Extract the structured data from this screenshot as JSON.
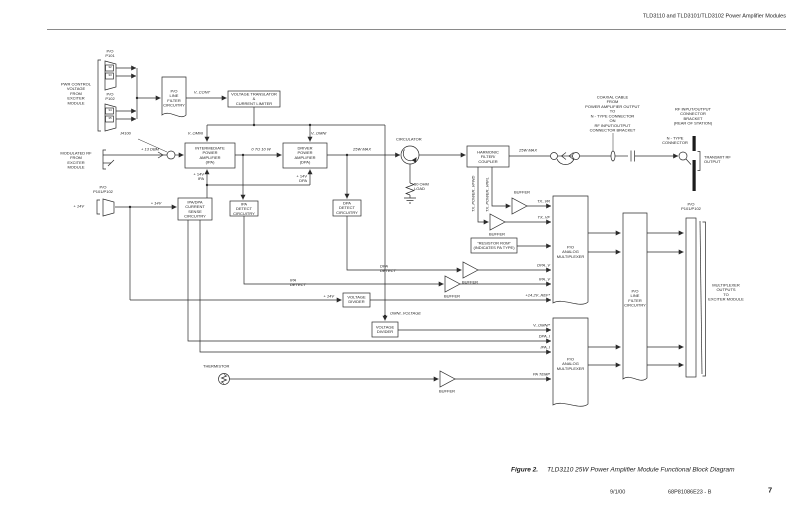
{
  "header": {
    "title": "TLD3110 and TLD3101/TLD3102 Power Amplifier Modules"
  },
  "diagram": {
    "left": {
      "pwr_control_note": "PWR CONTROL\nVOLTAGE\nFROM\nEXCITER\nMODULE",
      "p101_label": "P/O\nP101",
      "p102_label": "P/O\nP102",
      "p101_pins": [
        "32",
        "33"
      ],
      "p102_pins": [
        "34",
        "35"
      ],
      "modulated_rf_note": "MODULATED RF\nFROM\nEXCITER\nMODULE",
      "j4100": "J4100",
      "supply_connector_label": "P/O\nP101/P102"
    },
    "boxes": {
      "line_filter": "P/O\nLINE\nFILTER\nCIRCUITRY",
      "voltage_translator": "VOLTAGE TRANSLATOR\n&\nCURRENT LIMITER",
      "ipa": "INTERMEDIATE\nPOWER\nAMPLIFIER\n(IPA)",
      "dpa": "DRIVER\nPOWER\nAMPLIFIER\n(DPA)",
      "current_sense": "IPA/DPA\nCURRENT\nSENSE\nCIRCUITRY",
      "ipa_detect": "IPA\nDETECT\nCIRCUITRY",
      "dpa_detect": "DPA\nDETECT\nCIRCUITRY",
      "harmonic_filter": "HARMONIC\nFILTER/\nCOUPLER",
      "resistor_rom": "\"RESISTOR ROM\"\n(INDICATES  PA TYPE)",
      "voltage_divider": "VOLTAGE\nDIVIDER",
      "analog_mux": "P/O\nANALOG\nMULTIPLEXER"
    },
    "signals": {
      "v_cont": "V_CONT",
      "v_omni": "V_OMNI",
      "input_level": "+ 13 DBM",
      "rf_0_10w": "0 TO 10 W",
      "rf_25w_max": "25W MAX",
      "plus_14v": "+ 14V",
      "plus_14v_ipa": "+ 14V\nIPA",
      "plus_14v_dpa": "+ 14V\nDPA",
      "circulator": "CIRCULATOR",
      "load": "50 OHM\nLOAD",
      "tx_power_vfwd": "TX_POWER_VFWD",
      "tx_power_vrfl": "TX_POWER_VRFL",
      "buffer": "BUFFER",
      "tx_vr": "TX_VR",
      "tx_vf": "TX_VF",
      "dpa_v": "DPA_V",
      "ipa_v": "IPA_V",
      "ref_14_2v": "+14.2V_REF*",
      "ipa_detect": "IPA DETECT",
      "dpa_detect": "DPA DETECT",
      "omni_voltage": "OMNI_VOLTAGE",
      "v_omni_star": "V_OMNI*",
      "dpa_i": "DPA_I",
      "ipa_i": "IPA_I",
      "pa_temp": "PA TEMP",
      "thermistor": "THERMISTOR"
    },
    "right": {
      "coax_note": "COAXIAL CABLE\nFROM\nPOWER AMPLIFIER OUTPUT\nTO\nN - TYPE CONNECTOR\nON\nRF  INPUT/OUTPUT\nCONNECTOR  BRACKET",
      "bracket_note": "RF INPUT/OUTPUT\nCONNECTOR\nBRACKET\n(REAR OF STATION)",
      "n_type": "N - TYPE\nCONNECTOR",
      "transmit_rf": "TRANSMIT RF\nOUTPUT",
      "connector_label": "P/O\nP101/P102",
      "mux_outputs_note": "MULTIPLEXER\nOUTPUTS\nTO\nEXCITER MODULE"
    }
  },
  "footer": {
    "figure_label": "Figure 2.",
    "figure_title": "TLD3110 25W  Power Amplifier Module  Functional Block Diagram",
    "date": "9/1/00",
    "doc_number": "68P81086E23 - B",
    "page_number": "7"
  }
}
